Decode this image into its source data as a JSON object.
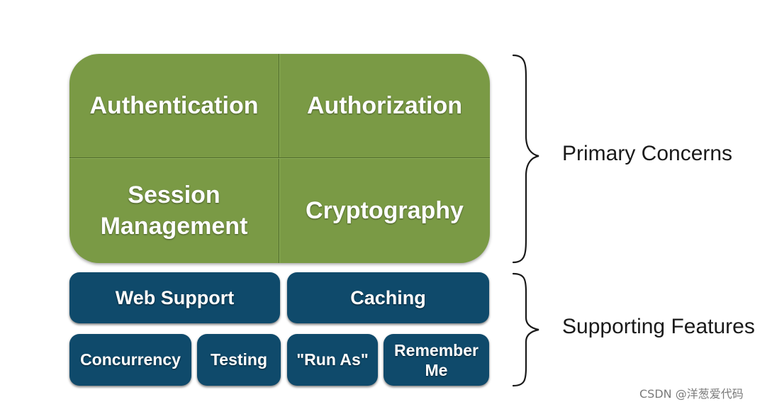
{
  "primary": {
    "cells": {
      "authentication": "Authentication",
      "authorization": "Authorization",
      "session_management": "Session\nManagement",
      "cryptography": "Cryptography"
    },
    "brace_label": "Primary Concerns",
    "color": "#7a9a45"
  },
  "supporting": {
    "boxes": {
      "web_support": "Web Support",
      "caching": "Caching",
      "concurrency": "Concurrency",
      "testing": "Testing",
      "run_as": "\"Run As\"",
      "remember_me": "Remember\nMe"
    },
    "brace_label": "Supporting Features",
    "color": "#0f4a6b"
  },
  "watermark": "CSDN @洋葱爱代码"
}
